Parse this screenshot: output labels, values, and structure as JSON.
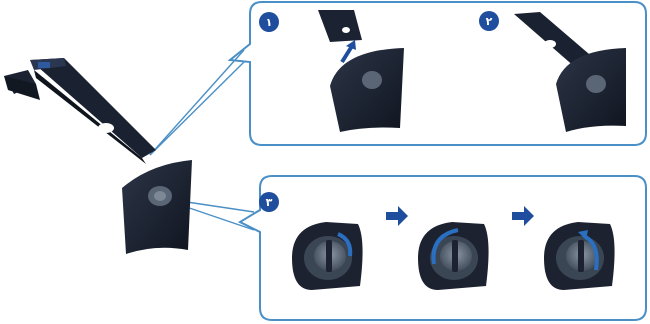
{
  "steps": [
    {
      "label": "١"
    },
    {
      "label": "٢"
    },
    {
      "label": "٣"
    }
  ],
  "colors": {
    "accent": "#1f4e9e",
    "outline": "#4a8fc5",
    "stand": "#1c2230",
    "stand_highlight": "#3a4a66",
    "knob": "#5a6675"
  },
  "icons": [
    "arrow-right-icon",
    "arrow-up-icon",
    "rotate-arrow-icon"
  ]
}
